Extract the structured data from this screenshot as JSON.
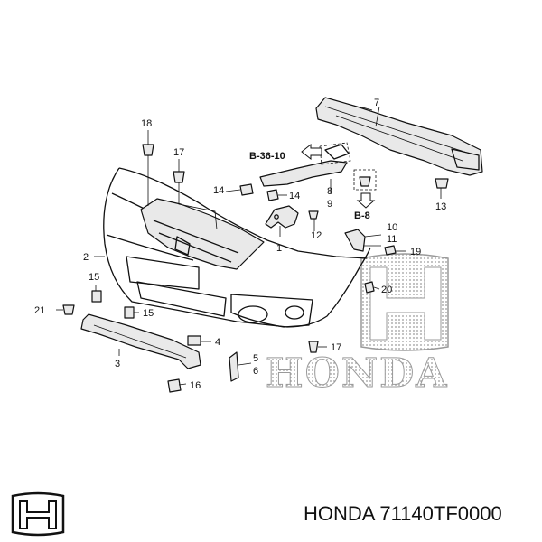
{
  "diagram": {
    "callouts": {
      "c1": "1",
      "c2": "2",
      "c3": "3",
      "c4": "4",
      "c5": "5",
      "c6": "6",
      "c7": "7",
      "c8": "8",
      "c9": "9",
      "c10": "10",
      "c11": "11",
      "c12": "12",
      "c13": "13",
      "c14a": "14",
      "c14b": "14",
      "c15a": "15",
      "c15b": "15",
      "c16": "16",
      "c17a": "17",
      "c17b": "17",
      "c18": "18",
      "c19": "19",
      "c20": "20",
      "c21": "21"
    },
    "refs": {
      "r1": "B-36-10",
      "r2": "B-8"
    }
  },
  "watermark": {
    "text": "HONDA"
  },
  "footer": {
    "label": "HONDA 71140TF0000",
    "logo_icon": "honda-h-logo-icon"
  },
  "colors": {
    "ink": "#111111",
    "watermark": "#9a9a9a"
  }
}
